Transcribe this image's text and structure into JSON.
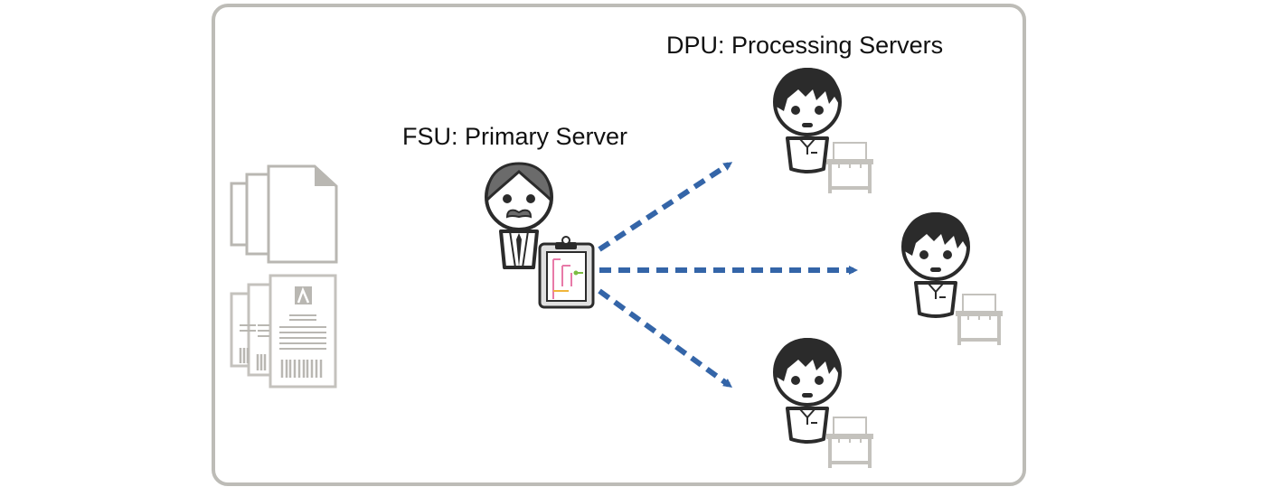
{
  "diagram": {
    "fsu_label": "FSU: Primary Server",
    "dpu_label": "DPU: Processing Servers",
    "colors": {
      "frame": "#bdbcb7",
      "arrow": "#3465a8",
      "outline": "#2b2b2b",
      "doc_gray": "#b9b7b2",
      "chart_pink": "#e87aa8",
      "chart_green": "#7cbc42",
      "chart_orange": "#f0b53a"
    },
    "icons": [
      "document-stack-icon",
      "pdf-document-stack-icon",
      "primary-server-person-icon",
      "clipboard-icon",
      "processing-server-person-icon",
      "printer-icon"
    ],
    "arrows": [
      "to-dpu-top",
      "to-dpu-middle",
      "to-dpu-bottom"
    ]
  }
}
